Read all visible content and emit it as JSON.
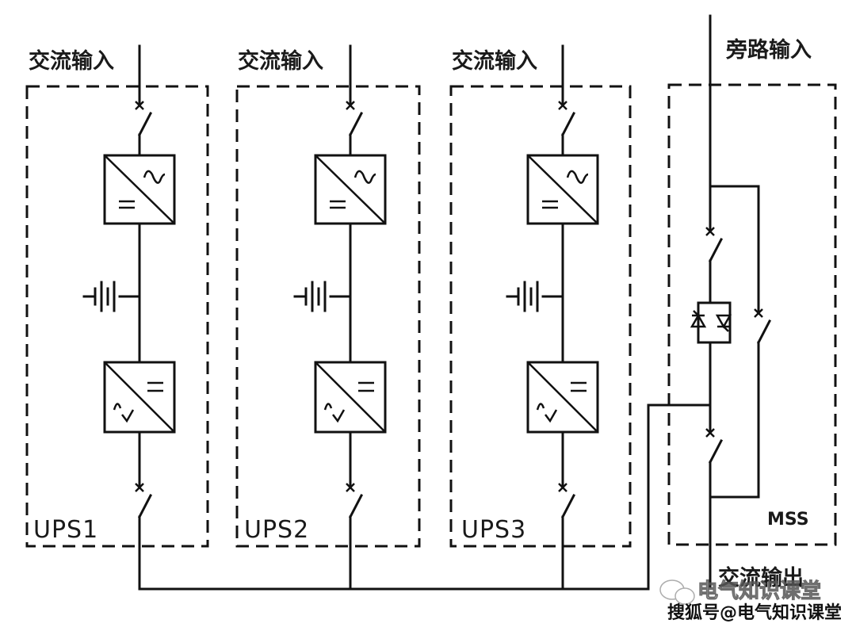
{
  "diagram": {
    "title": "Parallel redundant UPS system with maintenance bypass switch",
    "ups_units": [
      {
        "id": "ups1",
        "label": "UPS1",
        "input_label": "交流输入"
      },
      {
        "id": "ups2",
        "label": "UPS2",
        "input_label": "交流输入"
      },
      {
        "id": "ups3",
        "label": "UPS3",
        "input_label": "交流输入"
      }
    ],
    "bypass_unit": {
      "label": "MSS",
      "input_label": "旁路输入",
      "output_label": "交流输出"
    },
    "components": {
      "rectifier": {
        "ac_symbol": "~",
        "dc_symbol": "="
      },
      "inverter": {
        "ac_symbol": "~",
        "dc_symbol": "="
      },
      "battery": "battery-icon",
      "breaker": "circuit-breaker-icon",
      "static_switch": "thyristor-pair-icon"
    },
    "watermark": {
      "line1": "电气知识课堂",
      "line2": "搜狐号@电气知识课堂",
      "icon": "wechat-icon"
    },
    "colors": {
      "line": "#111111",
      "background": "#ffffff"
    }
  }
}
